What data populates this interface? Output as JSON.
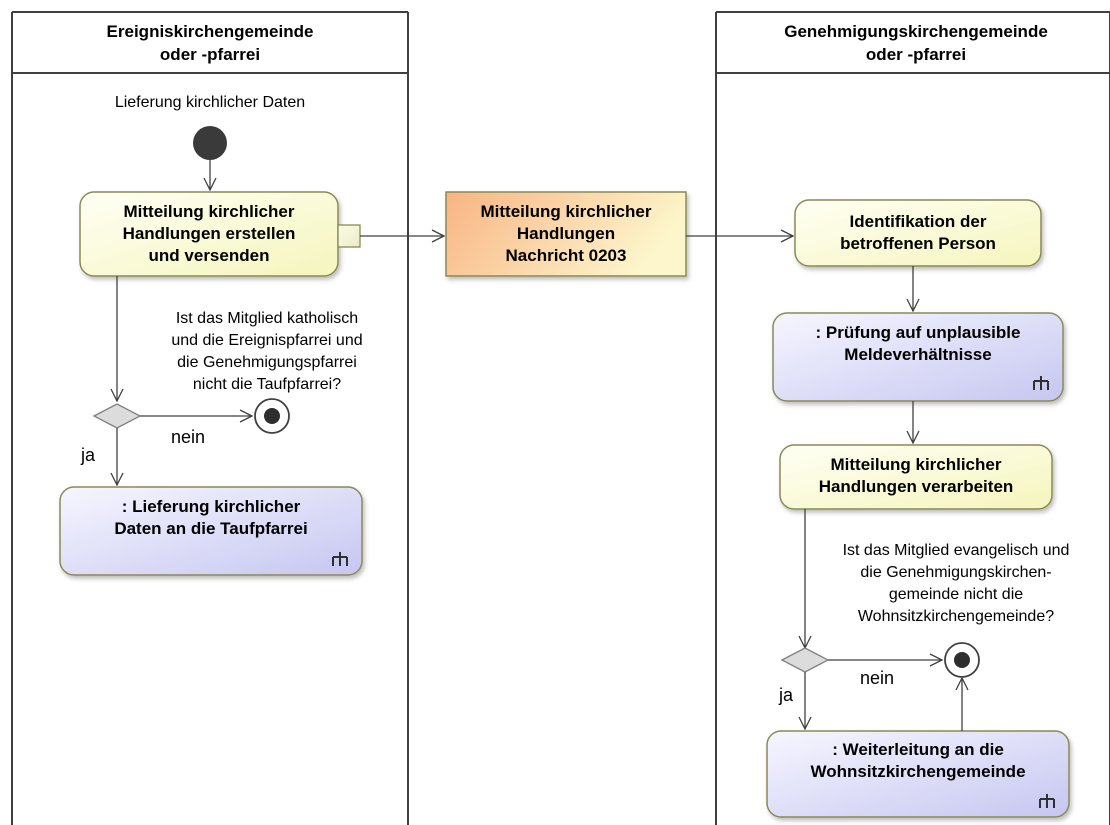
{
  "lanes": {
    "left": {
      "title_line1": "Ereigniskirchengemeinde",
      "title_line2": "oder -pfarrei"
    },
    "right": {
      "title_line1": "Genehmigungskirchengemeinde",
      "title_line2": "oder -pfarrei"
    }
  },
  "left": {
    "start_label": "Lieferung kirchlicher Daten",
    "action_create": {
      "line1": "Mitteilung kirchlicher",
      "line2": "Handlungen erstellen",
      "line3": "und versenden"
    },
    "question": {
      "line1": "Ist das Mitglied katholisch",
      "line2": "und die Ereignispfarrei und",
      "line3": "die Genehmigungspfarrei",
      "line4": "nicht die Taufpfarrei?"
    },
    "guard_no": "nein",
    "guard_yes": "ja",
    "call_delivery": {
      "line1": ": Lieferung kirchlicher",
      "line2": "Daten an die Taufpfarrei"
    }
  },
  "object_node": {
    "line1": "Mitteilung kirchlicher",
    "line2": "Handlungen",
    "line3": "Nachricht 0203"
  },
  "right": {
    "action_identify": {
      "line1": "Identifikation der",
      "line2": "betroffenen Person"
    },
    "call_check": {
      "line1": ": Prüfung auf unplausible",
      "line2": "Meldeverhältnisse"
    },
    "action_process": {
      "line1": "Mitteilung kirchlicher",
      "line2": "Handlungen verarbeiten"
    },
    "question": {
      "line1": "Ist das Mitglied evangelisch und",
      "line2": "die Genehmigungskirchen-",
      "line3": "gemeinde nicht die",
      "line4": "Wohnsitzkirchengemeinde?"
    },
    "guard_no": "nein",
    "guard_yes": "ja",
    "call_forward": {
      "line1": ": Weiterleitung an die",
      "line2": "Wohnsitzkirchengemeinde"
    }
  },
  "colors": {
    "action_fill_top": "#fffff0",
    "action_fill_bottom": "#f7f7c0",
    "call_fill_top": "#f2f2ff",
    "call_fill_bottom": "#c9c9f3",
    "object_fill_left": "#f9b98a",
    "object_fill_right": "#fdf3c4",
    "border": "#8a8a55",
    "line": "#404040"
  }
}
